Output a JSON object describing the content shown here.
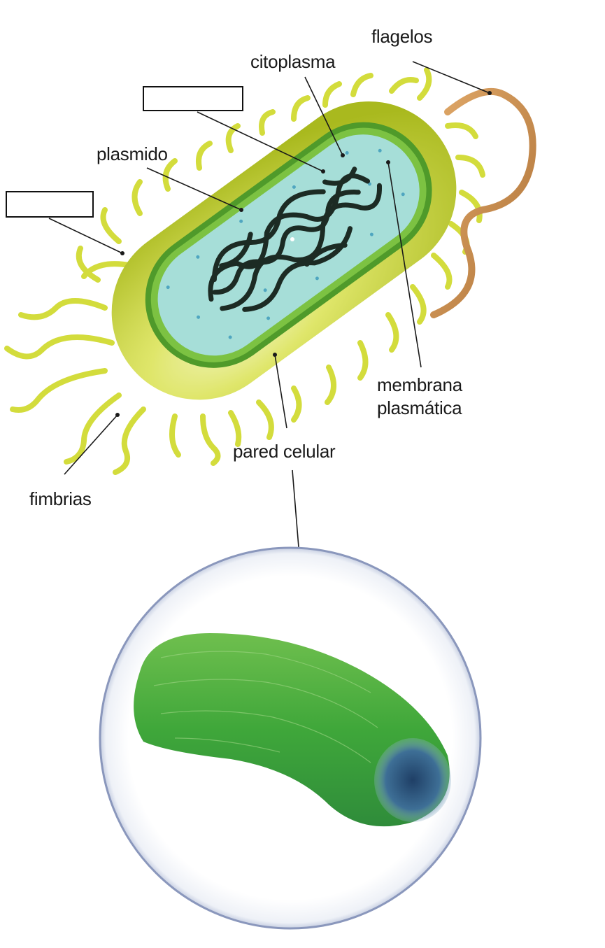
{
  "labels": {
    "flagelos": "flagelos",
    "citoplasma": "citoplasma",
    "plasmido": "plasmido",
    "membrana_line1": "membrana",
    "membrana_line2": "plasmática",
    "pared_celular": "pared celular",
    "fimbrias": "fimbrias"
  },
  "blank_boxes": [
    "",
    ""
  ],
  "colors": {
    "capsule": "#c8d62e",
    "capsule_light": "#eef2b0",
    "wall": "#4f9a2a",
    "membrane": "#7cc242",
    "cytoplasm": "#9ed9d3",
    "dna": "#1c2b24",
    "flagellum": "#c98a4a",
    "bubble_outline": "#6e7fa8",
    "micro_green": "#3fa03a",
    "micro_blue": "#2e5f8a"
  }
}
